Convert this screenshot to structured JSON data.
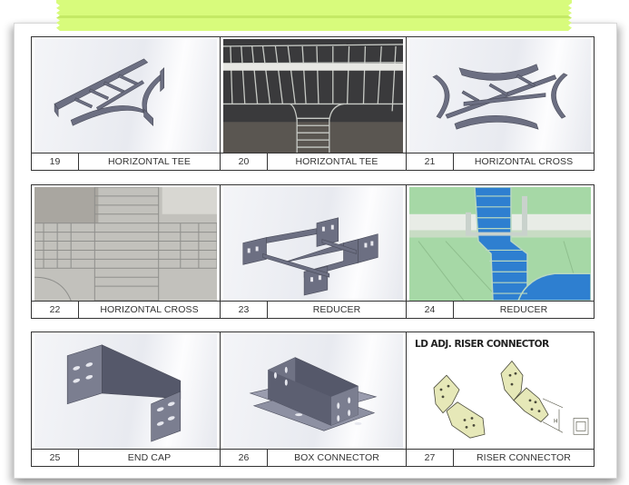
{
  "catalog": {
    "items": [
      {
        "number": "19",
        "name": "HORIZONTAL TEE",
        "image": "horizontal-tee-render"
      },
      {
        "number": "20",
        "name": "HORIZONTAL TEE",
        "image": "horizontal-tee-photo"
      },
      {
        "number": "21",
        "name": "HORIZONTAL CROSS",
        "image": "horizontal-cross-render"
      },
      {
        "number": "22",
        "name": "HORIZONTAL CROSS",
        "image": "horizontal-cross-photo"
      },
      {
        "number": "23",
        "name": "REDUCER",
        "image": "reducer-render"
      },
      {
        "number": "24",
        "name": "REDUCER",
        "image": "reducer-photo"
      },
      {
        "number": "25",
        "name": "END CAP",
        "image": "end-cap-render"
      },
      {
        "number": "26",
        "name": "BOX CONNECTOR",
        "image": "box-connector-render"
      },
      {
        "number": "27",
        "name": "RISER CONNECTOR",
        "image": "riser-connector-drawing"
      }
    ],
    "riser_drawing_title": "LD ADJ. RISER CONNECTOR",
    "riser_dimension_label": "H"
  },
  "colors": {
    "tape": "#d8fb7c",
    "metal": "#6c6f82",
    "riser_plate": "#e6e8b8",
    "tray_blue": "#2e7fd0",
    "ceiling_green": "#9fd8a0"
  }
}
